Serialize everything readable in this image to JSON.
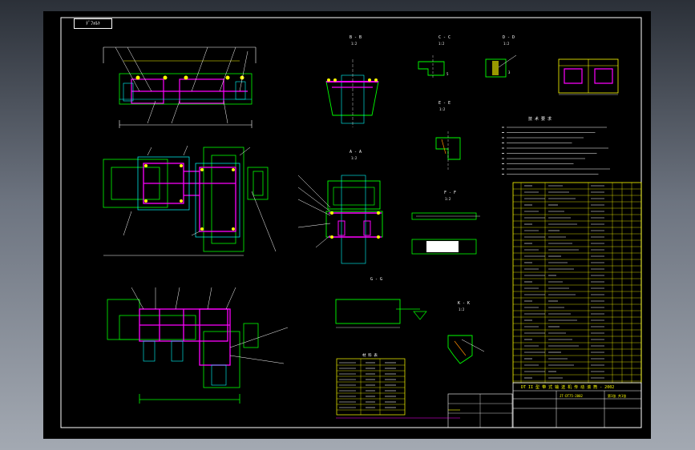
{
  "sheet": {
    "corner_tag": "ﾃﾞﾌｫﾙﾄ",
    "section_labels": [
      "B - B",
      "A - A",
      "C - C",
      "D - D",
      "E - E",
      "F - F",
      "G - G",
      "K - K"
    ],
    "section_scale": "1:2",
    "notes_title": "技 术 要 求",
    "table_title": "材 料 表",
    "title_block": {
      "product": "DT II 型  带 式 输 送 机  传 动 滚 筒 - 2002",
      "drawing_no": "JT-DT75-2002",
      "sheet": "第1张 共1张"
    }
  },
  "colors": {
    "frame": "#ffffff",
    "outline": "#00ff00",
    "main_part": "#ff00ff",
    "detail": "#00ffff",
    "table": "#ffff00",
    "hatch": "#ff8c00"
  }
}
